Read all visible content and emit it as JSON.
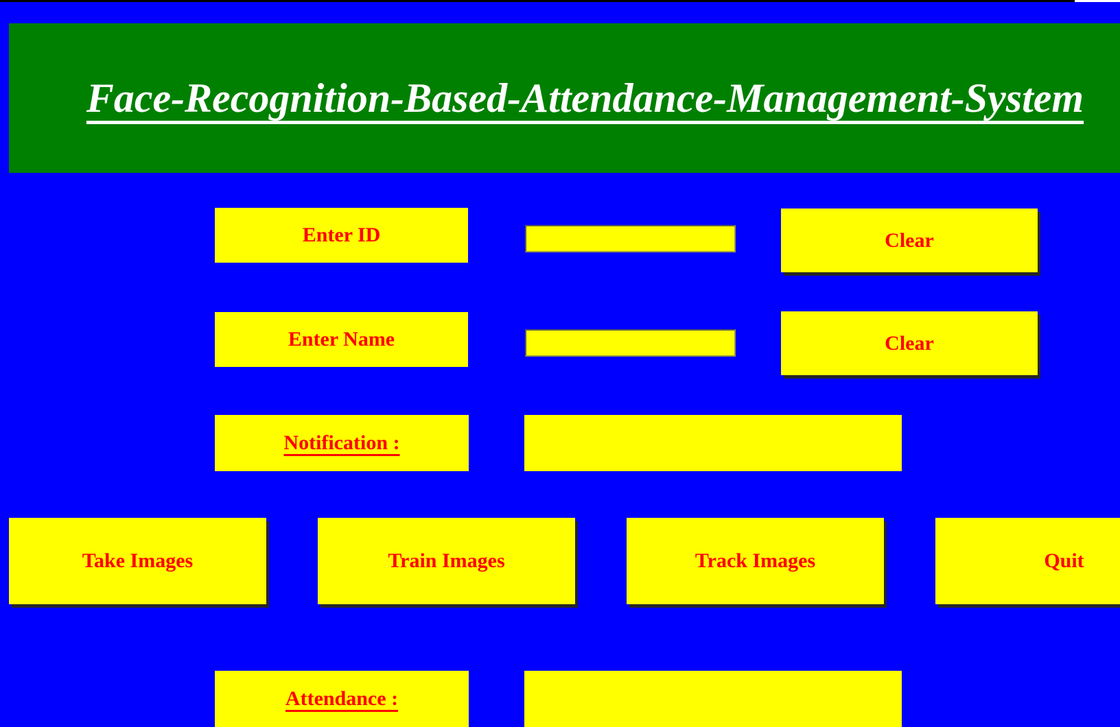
{
  "header": {
    "title": "Face-Recognition-Based-Attendance-Management-System"
  },
  "colors": {
    "background_blue": "#0000FF",
    "banner_green": "#008000",
    "widget_yellow": "#FFFF00",
    "text_red": "#FF0000",
    "title_white": "#FFFFFF"
  },
  "form": {
    "id": {
      "label": "Enter ID",
      "value": "",
      "clear_label": "Clear"
    },
    "name": {
      "label": "Enter Name",
      "value": "",
      "clear_label": "Clear"
    },
    "notification": {
      "label": "Notification :",
      "value": ""
    },
    "attendance": {
      "label": "Attendance :",
      "value": ""
    }
  },
  "actions": {
    "take": "Take Images",
    "train": "Train Images",
    "track": "Track Images",
    "quit": "Quit"
  }
}
